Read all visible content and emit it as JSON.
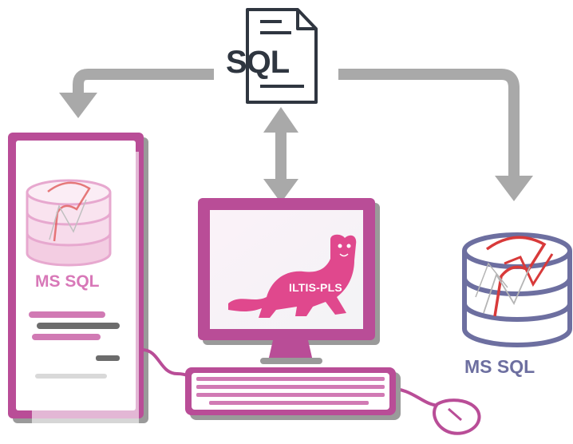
{
  "sql_document": {
    "label": "SQL"
  },
  "left_server": {
    "label": "MS SQL"
  },
  "right_database": {
    "label": "MS SQL"
  },
  "monitor": {
    "logo_text": "ILTIS-PLS"
  },
  "colors": {
    "tower_pink": "#b94d97",
    "tower_light_pink": "#d878b8",
    "arrow_gray": "#a9a9a9",
    "doc_dark": "#2f3640",
    "mascot_pink": "#e0488d",
    "db_slate": "#6d6fa0",
    "sql_server_red": "#d83a3a"
  },
  "icons": [
    "sql-document-icon",
    "database-icon",
    "ferret-mascot-icon",
    "keyboard-icon",
    "mouse-icon"
  ]
}
